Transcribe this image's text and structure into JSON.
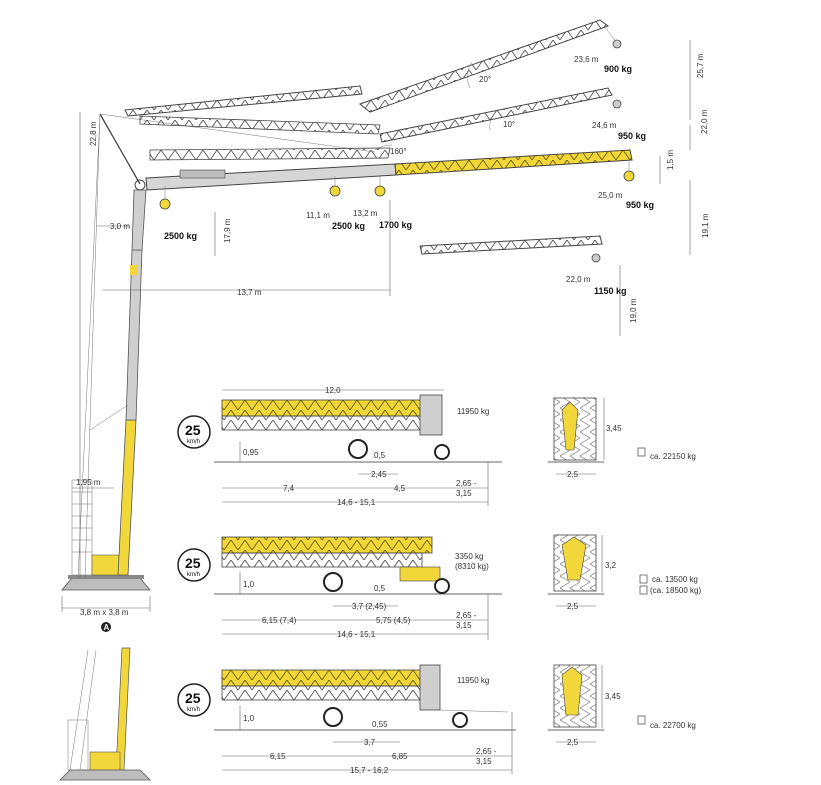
{
  "colors": {
    "yellow": "#f2d73a",
    "grey": "#c8c8c8",
    "dark": "#333333",
    "line": "#666666"
  },
  "crane": {
    "height_mast": "22,8 m",
    "offset_top": "3,0 m",
    "boom_angle_20": "20°",
    "boom_angle_10": "10°",
    "boom_angle_160": "160°",
    "jib_20": {
      "radius": "23,6 m",
      "load": "900 kg",
      "height": "25,7 m"
    },
    "jib_10": {
      "radius": "24,6 m",
      "load": "950 kg",
      "height": "22,0 m"
    },
    "jib_0": {
      "radius": "25,0 m",
      "load": "950 kg",
      "gap": "1,5 m",
      "height": "19,1 m"
    },
    "jib_lower": {
      "radius": "22,0 m",
      "load": "1150 kg",
      "height": "19,0 m"
    },
    "hook_near": {
      "load": "2500 kg",
      "height": "17,9 m"
    },
    "hook_mid": {
      "radius": "11,1 m",
      "load": "2500 kg"
    },
    "hook_mid2": {
      "radius": "13,2 m",
      "load": "1700 kg"
    },
    "radius_13_7": "13,7 m",
    "base_width": "1,95 m",
    "base": "3,8 m x 3,8 m",
    "marker": "A"
  },
  "transport": [
    {
      "speed": "25",
      "unit": "km/h",
      "total_length": "12,0",
      "front_weight": "11950 kg",
      "front_height": "0,95",
      "axle_gap": "0,5",
      "axle_spacing": "2,45",
      "rear_span": "7,4",
      "front_span": "4,5",
      "overhang_a": "2,65 -",
      "overhang_b": "3,15",
      "overall": "14,6 - 15,1",
      "end_height": "3,45",
      "end_width": "2,5",
      "total_weight": "ca. 22150 kg"
    },
    {
      "speed": "25",
      "unit": "km/h",
      "front_weight": "3350 kg",
      "front_weight_alt": "(8310 kg)",
      "front_height": "1,0",
      "axle_gap": "0,5",
      "axle_spacing": "3,7 (2,45)",
      "rear_span": "6,15 (7,4)",
      "front_span": "5,75 (4,5)",
      "overhang_a": "2,65 -",
      "overhang_b": "3,15",
      "overall": "14,6 - 15,1",
      "end_height": "3,2",
      "end_width": "2,5",
      "total_weight": "ca. 13500 kg",
      "total_weight_alt": "(ca. 18500 kg)"
    },
    {
      "speed": "25",
      "unit": "km/h",
      "front_weight": "11950 kg",
      "front_height": "1,0",
      "axle_gap": "0,55",
      "axle_spacing": "3,7",
      "rear_span": "6,15",
      "front_span": "6,85",
      "overhang_a": "2,65 -",
      "overhang_b": "3,15",
      "overall": "15,7 - 16,2",
      "end_height": "3,45",
      "end_width": "2,5",
      "total_weight": "ca. 22700 kg"
    }
  ]
}
